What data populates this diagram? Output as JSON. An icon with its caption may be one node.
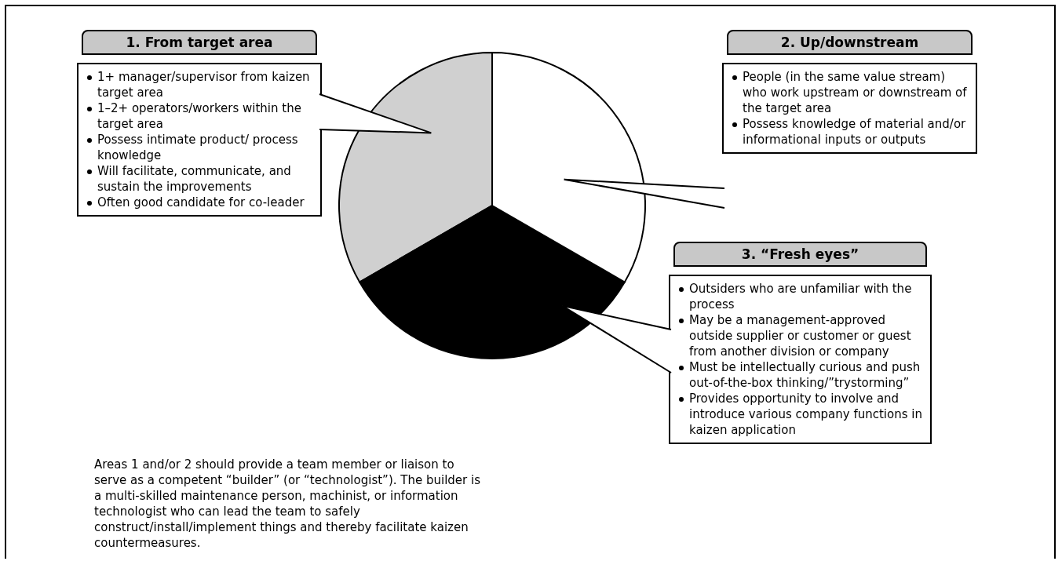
{
  "diagram": {
    "nodes": [
      {
        "text": [
          "1. From target area",
          "1+ manager/supervisor from kaizen target area",
          "1–2+ operators/workers within the target area",
          "Possess intimate product/ process knowledge",
          "Will facilitate, communicate, and sustain the improvements",
          "Often good candidate for co-leader"
        ]
      },
      {
        "text": [
          "2. Up/downstream",
          "People (in the same value stream) who work upstream or downstream of the target area",
          "Possess knowledge of material and/or informational inputs or outputs"
        ]
      },
      {
        "text": [
          "3. “Fresh eyes”",
          "Outsiders who are unfamiliar with the process",
          "May be a management-approved outside supplier or customer or guest from another division or company",
          "Must be intellectually curious and push out-of-the-box thinking/”trystorming”",
          "Provides opportunity to involve and introduce various company functions in kaizen application"
        ]
      }
    ],
    "labels": [
      "Areas 1 and/or 2 should provide a team member or liaison to serve as a competent “builder” (or “technologist”). The builder is a multi-skilled maintenance person, machinist, or information technologist who can lead the team to safely construct/install/implement things and thereby facilitate kaizen countermeasures."
    ]
  }
}
